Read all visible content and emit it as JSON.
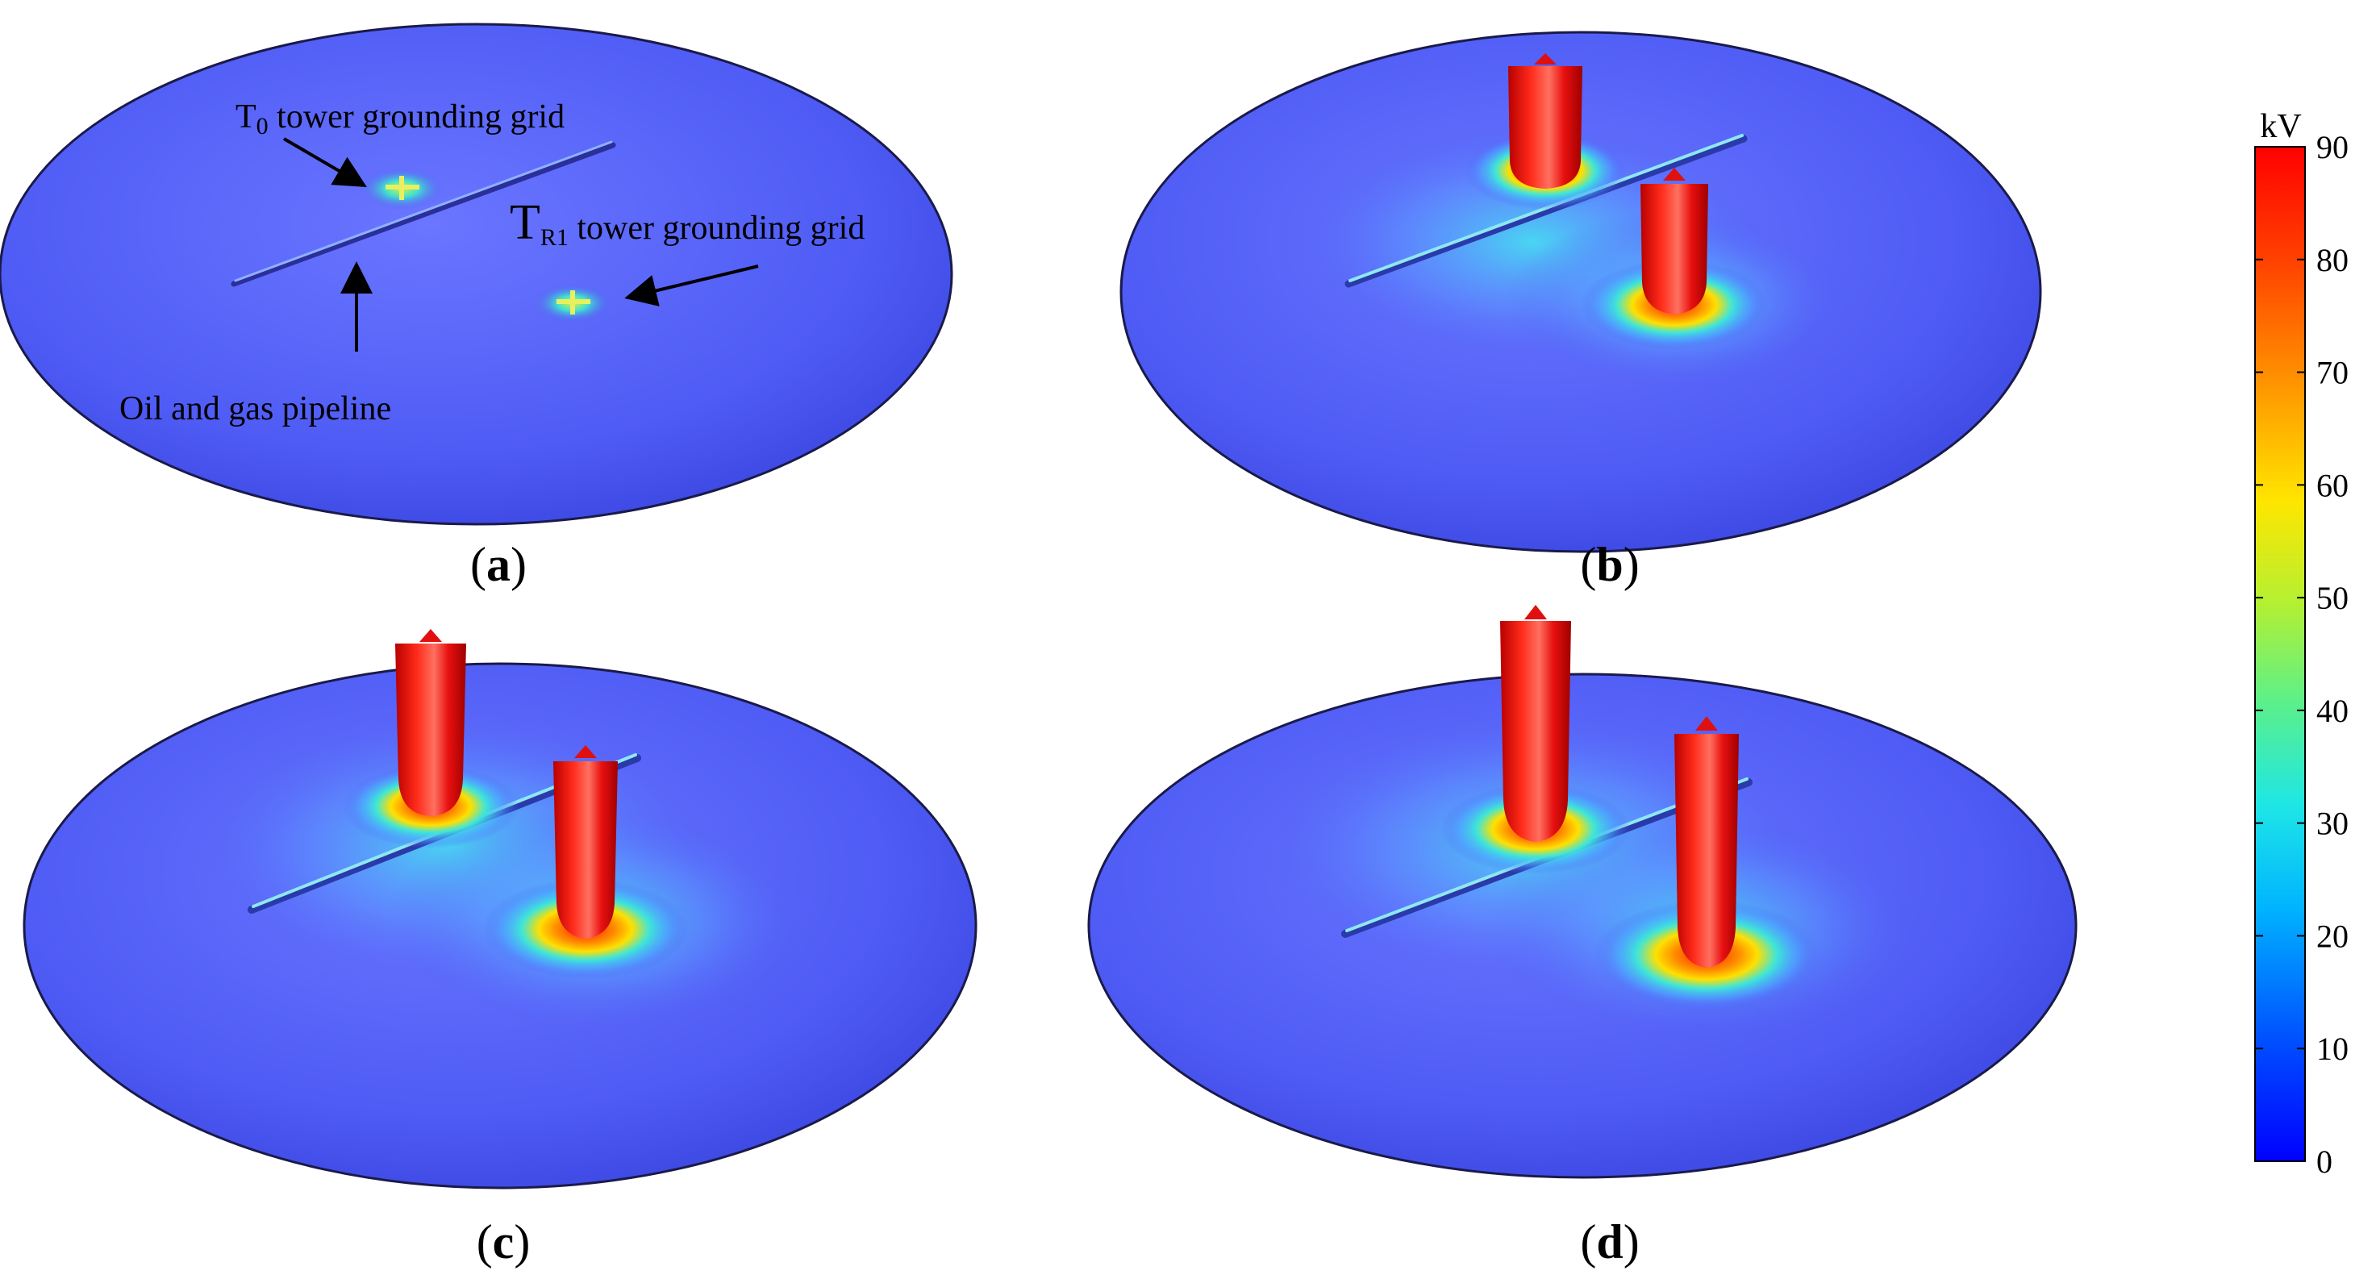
{
  "panels": [
    {
      "id": "a",
      "label": "a"
    },
    {
      "id": "b",
      "label": "b"
    },
    {
      "id": "c",
      "label": "c"
    },
    {
      "id": "d",
      "label": "d"
    }
  ],
  "annotations": {
    "t0_letter": "T",
    "t0_sub": "0",
    "t0_text": " tower grounding grid",
    "tr1_letter": "T",
    "tr1_sub": "R1",
    "tr1_text": " tower grounding grid",
    "pipeline": "Oil and gas pipeline"
  },
  "colorbar": {
    "unit": "kV",
    "min": 0,
    "max": 90,
    "ticks": [
      "0",
      "10",
      "20",
      "30",
      "40",
      "50",
      "60",
      "70",
      "80",
      "90"
    ],
    "colors": [
      "#0000ff",
      "#0072ff",
      "#00c8f0",
      "#2ee8c8",
      "#7cf07c",
      "#d8f020",
      "#ffd400",
      "#ff9400",
      "#ff4a00",
      "#ff0000"
    ]
  },
  "colors": {
    "disk": "#4f5cf5",
    "disk_edge": "#1a1a4a",
    "tower": "#ee1b1b",
    "pipeline": "#8fe8f0"
  }
}
